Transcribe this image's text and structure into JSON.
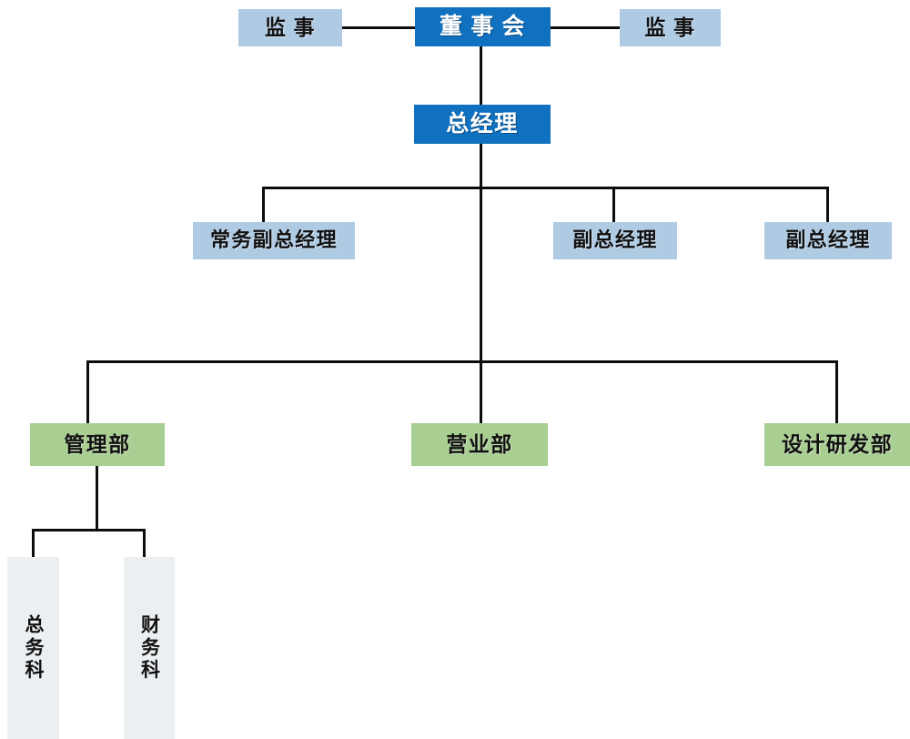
{
  "chart_data": {
    "type": "diagram",
    "title": "",
    "diagram_kind": "organization-chart",
    "orientation": "top-down",
    "palette": {
      "dark_blue": "#0F71C0",
      "light_blue": "#AFCBE4",
      "green": "#A9CE92",
      "gray": "#ECEFF2",
      "line": "#0D0D0D",
      "background": "#FFFFFF"
    },
    "levels": [
      {
        "level": 1,
        "nodes": [
          "监 事",
          "董 事 会",
          "监 事"
        ]
      },
      {
        "level": 2,
        "nodes": [
          "总经理"
        ]
      },
      {
        "level": 3,
        "nodes": [
          "常务副总经理",
          "副总经理",
          "副总经理"
        ]
      },
      {
        "level": 4,
        "nodes": [
          "管理部",
          "营业部",
          "设计研发部"
        ]
      },
      {
        "level": 5,
        "nodes": [
          "总务科",
          "财务科"
        ]
      }
    ],
    "edges": [
      {
        "from": "董 事 会",
        "to": "监 事 (左)"
      },
      {
        "from": "董 事 会",
        "to": "监 事 (右)"
      },
      {
        "from": "董 事 会",
        "to": "总经理"
      },
      {
        "from": "总经理",
        "to": "常务副总经理"
      },
      {
        "from": "总经理",
        "to": "副总经理"
      },
      {
        "from": "总经理",
        "to": "副总经理"
      },
      {
        "from": "总经理",
        "to": "管理部"
      },
      {
        "from": "总经理",
        "to": "营业部"
      },
      {
        "from": "总经理",
        "to": "设计研发部"
      },
      {
        "from": "管理部",
        "to": "总务科"
      },
      {
        "from": "管理部",
        "to": "财务科"
      }
    ]
  },
  "org": {
    "board_row": {
      "supervisor_left": "监 事",
      "board": "董 事 会",
      "supervisor_right": "监 事"
    },
    "executive": {
      "general_manager": "总经理"
    },
    "deputies": {
      "exec_deputy_gm": "常务副总经理",
      "deputy_gm_1": "副总经理",
      "deputy_gm_2": "副总经理"
    },
    "departments": {
      "management": "管理部",
      "sales": "营业部",
      "design_rd": "设计研发部"
    },
    "sections": {
      "general_affairs": "总务科",
      "finance": "财务科"
    }
  }
}
